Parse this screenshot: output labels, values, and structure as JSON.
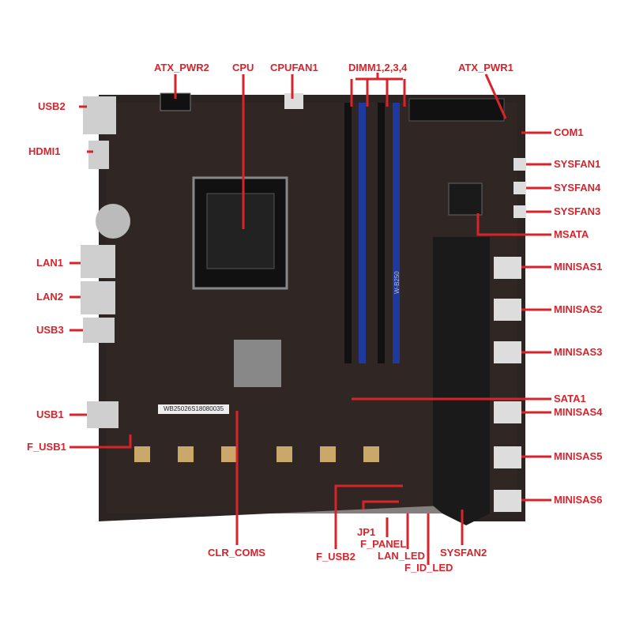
{
  "colors": {
    "label": "#d9232b",
    "board": "#2b2422",
    "dimm": "#1f3a9e",
    "heatsink": "#1a1a1a"
  },
  "board": {
    "serial": "WB25026S18080035",
    "chip": "W-B250"
  },
  "labels": {
    "atx_pwr2": "ATX_PWR2",
    "cpu": "CPU",
    "cpufan1": "CPUFAN1",
    "dimm": "DIMM1,2,3,4",
    "atx_pwr1": "ATX_PWR1",
    "usb2": "USB2",
    "hdmi1": "HDMI1",
    "com1": "COM1",
    "sysfan1": "SYSFAN1",
    "sysfan4": "SYSFAN4",
    "sysfan3": "SYSFAN3",
    "msata": "MSATA",
    "minisas1": "MINISAS1",
    "minisas2": "MINISAS2",
    "minisas3": "MINISAS3",
    "sata1": "SATA1",
    "minisas4": "MINISAS4",
    "minisas5": "MINISAS5",
    "minisas6": "MINISAS6",
    "lan1": "LAN1",
    "lan2": "LAN2",
    "usb3": "USB3",
    "usb1": "USB1",
    "f_usb1": "F_USB1",
    "clr_coms": "CLR_COMS",
    "f_usb2": "F_USB2",
    "jp1": "JP1",
    "f_panel": "F_PANEL",
    "lan_led": "LAN_LED",
    "f_id_led": "F_ID_LED",
    "sysfan2": "SYSFAN2"
  }
}
